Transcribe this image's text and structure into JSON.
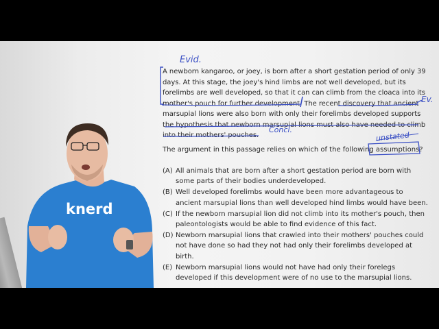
{
  "passage": {
    "lines": [
      "A newborn kangaroo, or joey, is born after a short gestation period of only 39",
      "days. At this stage, the joey's hind limbs are not well developed, but its",
      "forelimbs are well developed, so that it can can climb from the cloaca into its",
      "mother's pouch for further development. The recent discovery that ancient",
      "marsupial lions were also born with only their forelimbs developed supports",
      "the hypothesis that newborn marsupial lions must also have needed to climb",
      "into their mothers' pouches."
    ]
  },
  "question": "The argument in this passage relies on which of the following assumptions?",
  "choices": [
    {
      "letter": "(A)",
      "text": "All animals that are born after a short gestation period are born with some parts of their bodies underdeveloped."
    },
    {
      "letter": "(B)",
      "text": "Well developed forelimbs would have been more advantageous to ancient marsupial lions than well developed hind limbs would have been."
    },
    {
      "letter": "(C)",
      "text": "If the newborn marsupial lion did not climb into its mother's pouch, then paleontologists would be able to find evidence of this fact."
    },
    {
      "letter": "(D)",
      "text": "Newborn marsupial lions that crawled into their mothers' pouches could not have done so had they not had only their forelimbs developed at birth."
    },
    {
      "letter": "(E)",
      "text": "Newborn marsupial lions would not have had only their forelegs developed if this development were of no use to the marsupial lions."
    }
  ],
  "annotations": {
    "evid": "Evid.",
    "ev": "Ev.",
    "concl": "Concl.",
    "unstated": "unstated"
  },
  "logo": "knerd",
  "colors": {
    "ink": "#3a4fc4",
    "shirt": "#2b7fd0",
    "text": "#2a2a2a"
  }
}
